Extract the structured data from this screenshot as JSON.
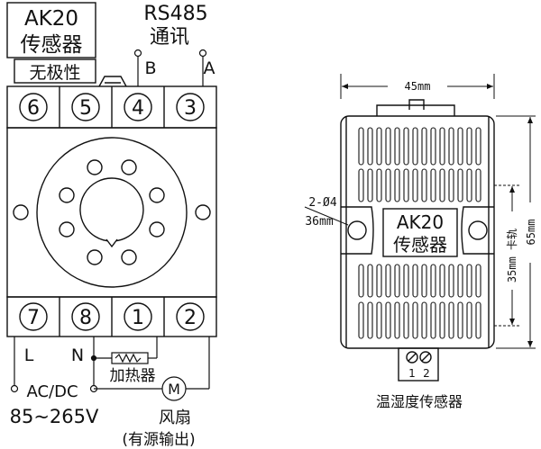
{
  "relay": {
    "model_line1": "AK20",
    "model_line2": "传感器",
    "nonpolar_label": "无极性",
    "rs485_label": "RS485",
    "comm_label": "通讯",
    "pin_b_label": "B",
    "pin_a_label": "A",
    "top_terminals": [
      "6",
      "5",
      "4",
      "3"
    ],
    "bottom_terminals": [
      "7",
      "8",
      "1",
      "2"
    ],
    "l_label": "L",
    "n_label": "N",
    "heater_label": "加热器",
    "motor_symbol": "M",
    "fan_label": "风扇",
    "active_output_label": "(有源输出)",
    "acdc_label": "AC/DC",
    "voltage_label": "85~265V"
  },
  "sensor": {
    "width_dim": "45mm",
    "hole_label": "2-Ø4",
    "hole_dist_label": "36mm",
    "model_line1": "AK20",
    "model_line2": "传感器",
    "rail_dim": "35mm 卡轨",
    "height_dim": "65mm",
    "terminal_1": "1",
    "terminal_2": "2",
    "caption": "温湿度传感器"
  }
}
